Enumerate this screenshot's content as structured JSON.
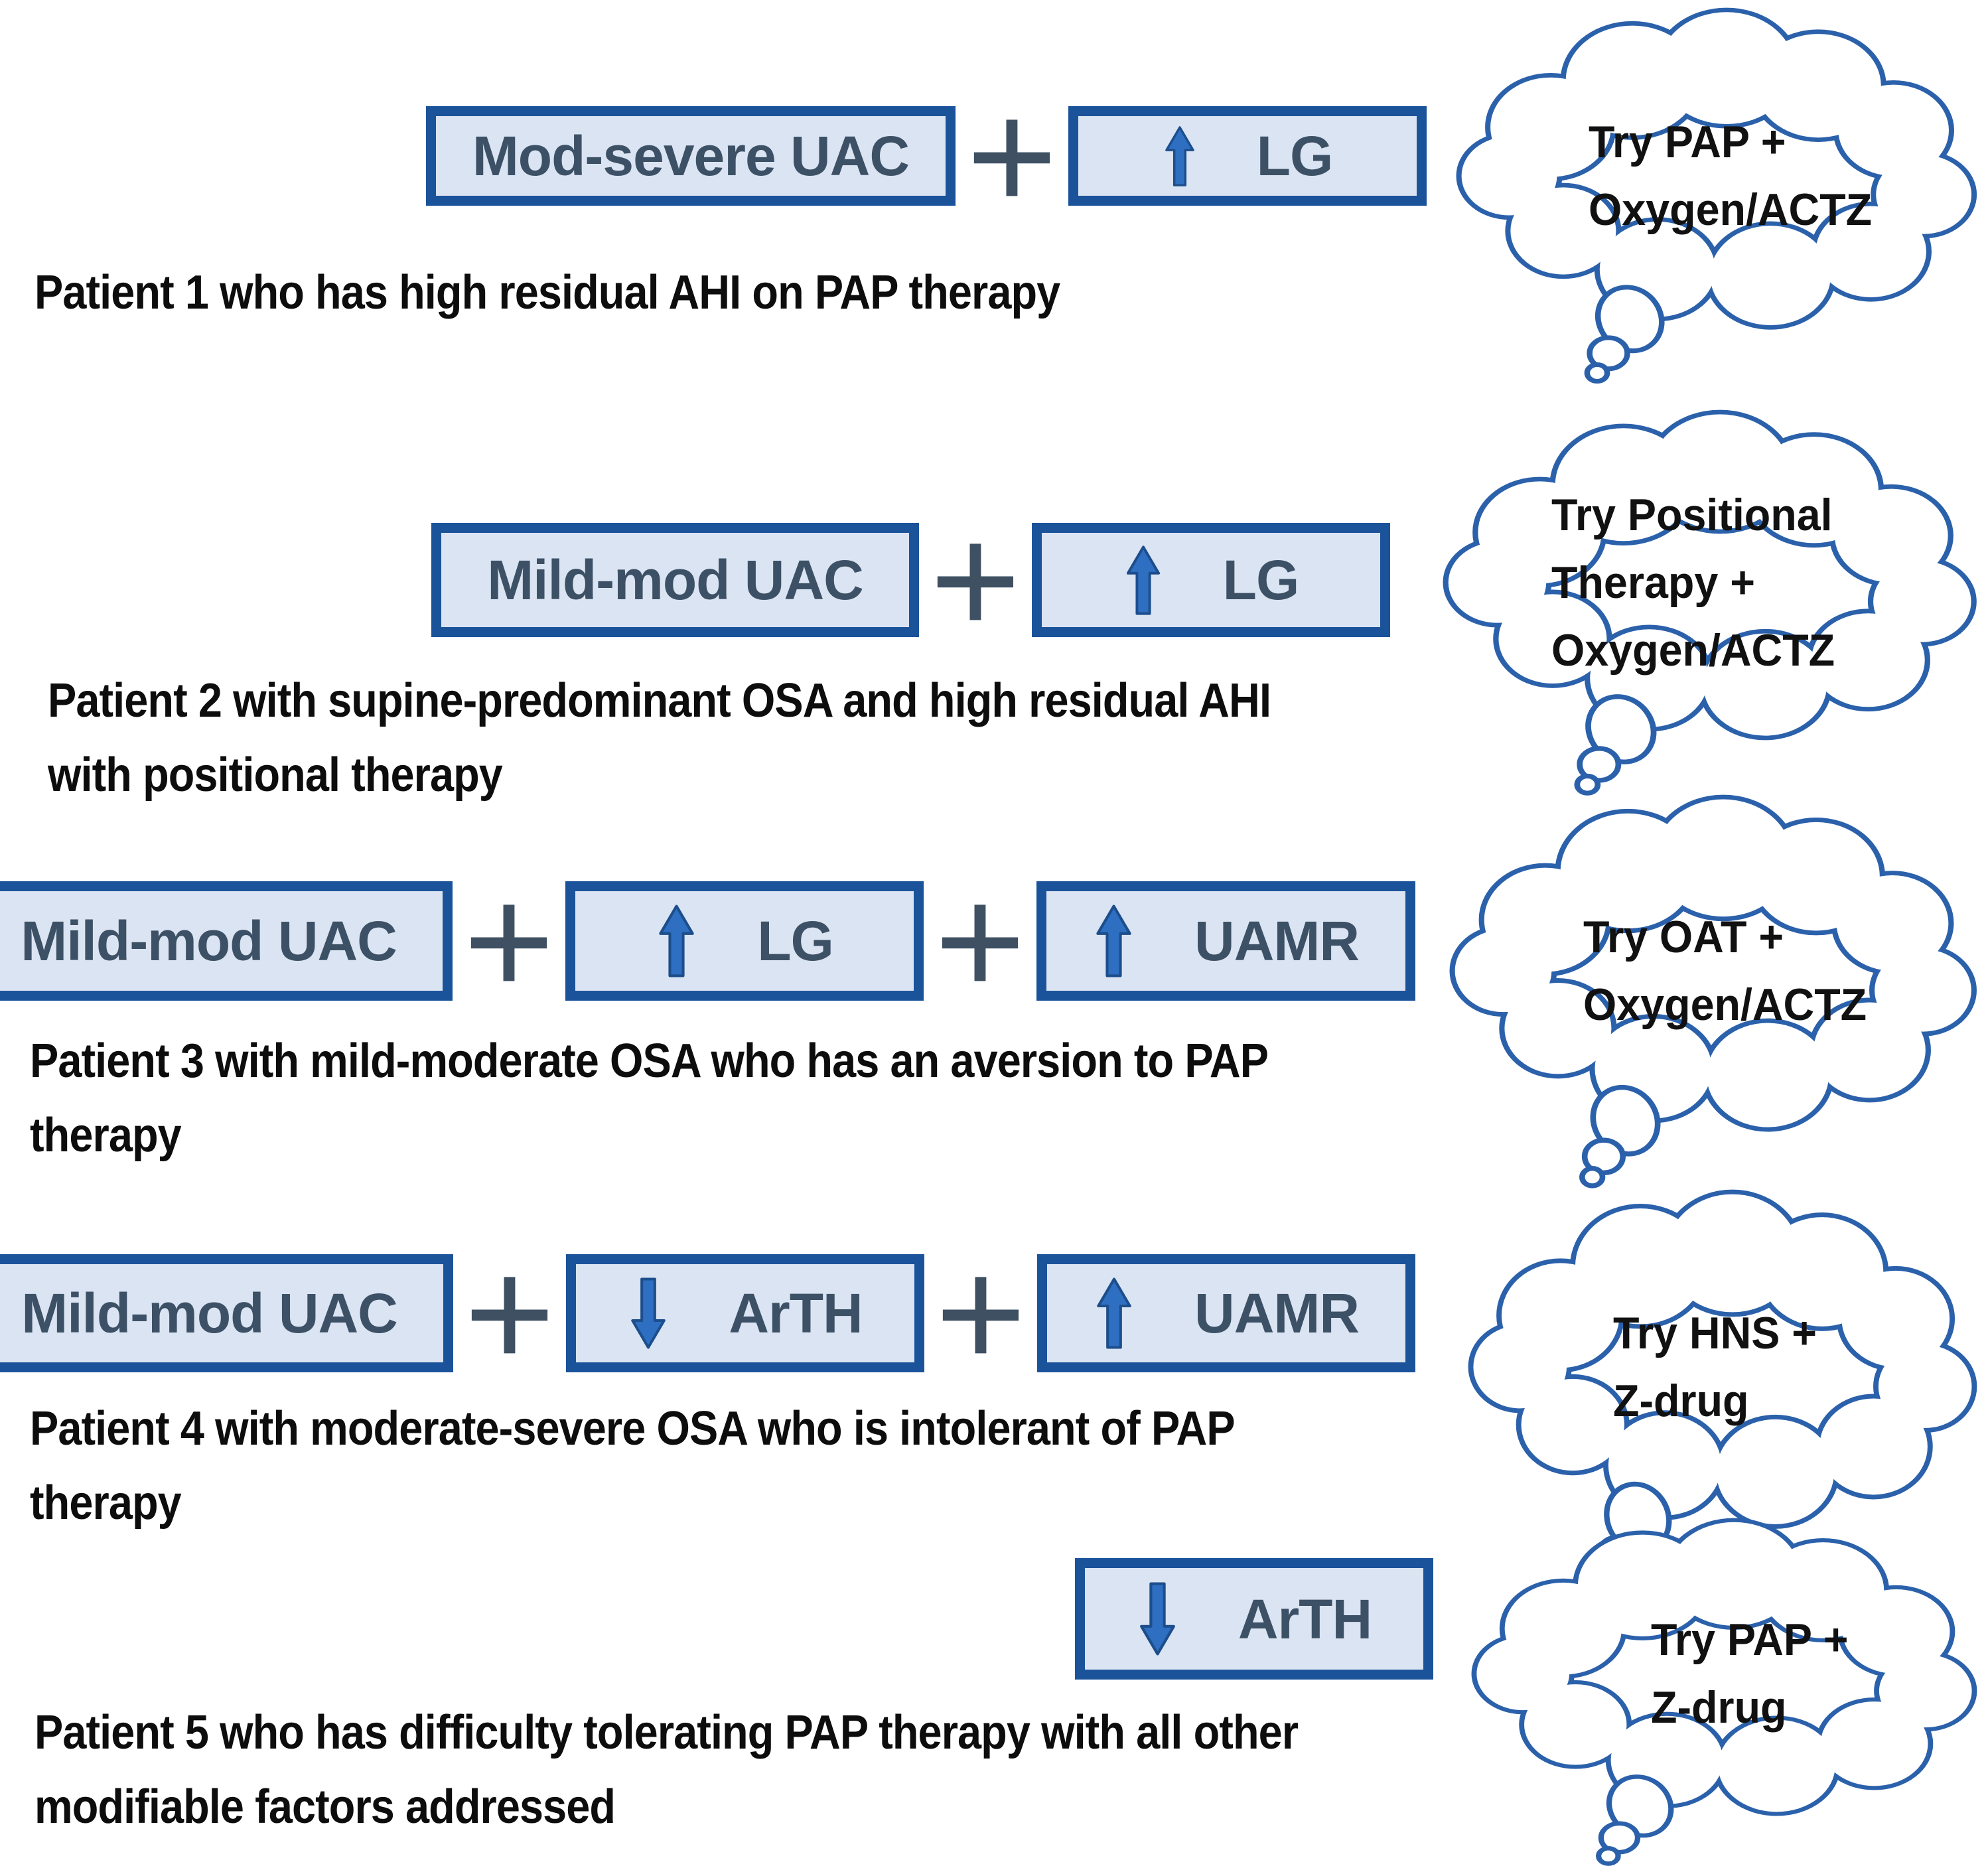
{
  "figure_title": "OSA endotype-based combination therapy scenarios",
  "colors": {
    "box_border": "#1b539b",
    "box_fill": "#dbe4f2",
    "box_text": "#3d5166",
    "arrow_fill": "#2f6fc2",
    "arrow_stroke": "#1c4e8c",
    "cloud_outline": "#2b61ab",
    "plus_connector": "#3e5062",
    "caption_text": "#0d0d0d"
  },
  "rows": [
    {
      "boxes": [
        {
          "kind": "label",
          "text": "Mod-severe UAC"
        },
        {
          "kind": "plus",
          "text": "+"
        },
        {
          "kind": "arrow",
          "dir": "up",
          "text": "LG"
        }
      ],
      "caption": [
        "Patient 1 who has high residual AHI on PAP therapy"
      ],
      "cloud": [
        "Try PAP +",
        "Oxygen/ACTZ"
      ]
    },
    {
      "boxes": [
        {
          "kind": "label",
          "text": "Mild-mod UAC"
        },
        {
          "kind": "plus",
          "text": "+"
        },
        {
          "kind": "arrow",
          "dir": "up",
          "text": "LG"
        }
      ],
      "caption": [
        "Patient 2 with supine-predominant OSA and high residual AHI",
        "with positional therapy"
      ],
      "cloud": [
        "Try Positional",
        "Therapy +",
        "Oxygen/ACTZ"
      ]
    },
    {
      "boxes": [
        {
          "kind": "label",
          "text": "Mild-mod UAC"
        },
        {
          "kind": "plus",
          "text": "+"
        },
        {
          "kind": "arrow",
          "dir": "up",
          "text": "LG"
        },
        {
          "kind": "plus",
          "text": "+"
        },
        {
          "kind": "arrow",
          "dir": "up",
          "text": "UAMR"
        }
      ],
      "caption": [
        "Patient 3 with mild-moderate OSA who has an aversion to PAP",
        "therapy"
      ],
      "cloud": [
        "Try OAT +",
        "Oxygen/ACTZ"
      ]
    },
    {
      "boxes": [
        {
          "kind": "label",
          "text": "Mild-mod UAC"
        },
        {
          "kind": "plus",
          "text": "+"
        },
        {
          "kind": "arrow",
          "dir": "down",
          "text": "ArTH"
        },
        {
          "kind": "plus",
          "text": "+"
        },
        {
          "kind": "arrow",
          "dir": "up",
          "text": "UAMR"
        }
      ],
      "caption": [
        "Patient 4 with moderate-severe OSA who is intolerant of PAP",
        "therapy"
      ],
      "cloud": [
        "Try HNS +",
        "Z-drug"
      ]
    },
    {
      "boxes": [
        {
          "kind": "arrow",
          "dir": "down",
          "text": "ArTH"
        }
      ],
      "caption": [
        "Patient 5 who has difficulty tolerating PAP therapy with all other",
        "modifiable factors addressed"
      ],
      "cloud": [
        "Try PAP +",
        "Z-drug"
      ]
    }
  ]
}
